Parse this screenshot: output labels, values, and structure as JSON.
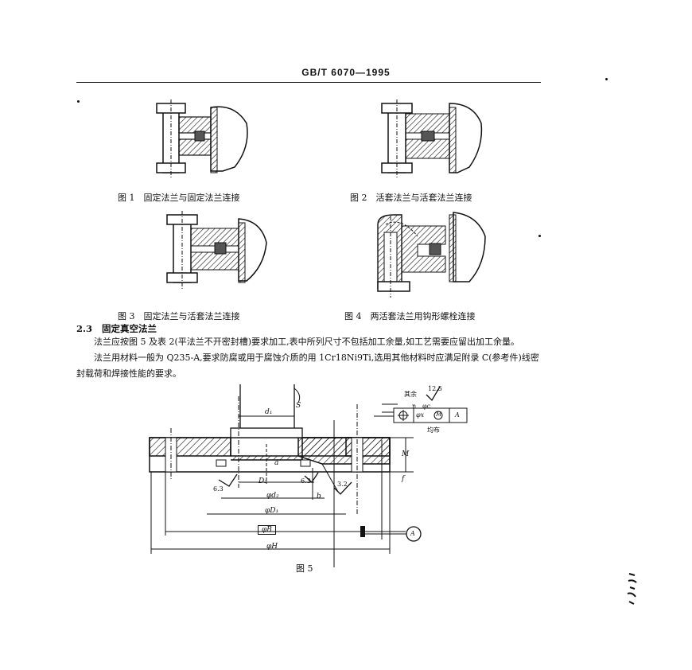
{
  "header": {
    "standard": "GB/T 6070—1995"
  },
  "figures": {
    "fig1": {
      "caption": "图 1　固定法兰与固定法兰连接"
    },
    "fig2": {
      "caption": "图 2　活套法兰与活套法兰连接"
    },
    "fig3": {
      "caption": "图 3　固定法兰与活套法兰连接"
    },
    "fig4": {
      "caption": "图 4　两活套法兰用钩形螺栓连接"
    },
    "fig5": {
      "caption": "图 5",
      "labels": {
        "d1": "d₁",
        "S": "S",
        "D2": "D₂",
        "phi_d2": "φd₂",
        "phi_D1": "φD₁",
        "phi_B": "φB",
        "phi_H": "φH",
        "M": "M",
        "b": "b",
        "a": "a",
        "f": "f",
        "rough_63_left": "6.3",
        "rough_63_right": "6.3",
        "rough_32": "3.2",
        "rough_125": "12.5",
        "rest_label": "其余",
        "n_phi_c": "n　φc",
        "tol_value": "φx",
        "tol_mod": "M",
        "tol_ref": "A",
        "hole_dist": "均布",
        "datum": "A"
      }
    }
  },
  "section": {
    "number": "2.3",
    "title": "固定真空法兰",
    "paragraphs": [
      "法兰应按图 5 及表 2(平法兰不开密封槽)要求加工,表中所列尺寸不包括加工余量,如工艺需要应留出加工余量。",
      "法兰用材料一般为 Q235-A,要求防腐或用于腐蚀介质的用 1Cr18Ni9Ti,选用其他材料时应满足附录 C(参考件)线密封载荷和焊接性能的要求。"
    ]
  }
}
